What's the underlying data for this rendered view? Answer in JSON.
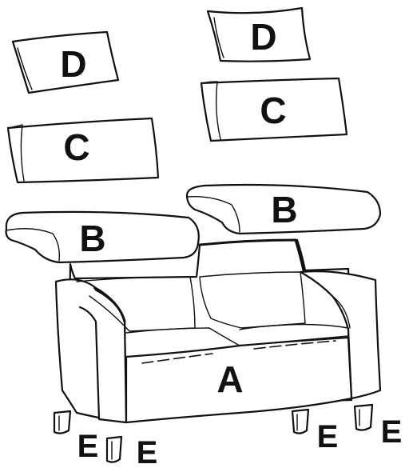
{
  "parts": {
    "sofa_frame": "A",
    "seat_cushion_left": "B",
    "seat_cushion_right": "B",
    "back_cushion_left": "C",
    "back_cushion_right": "C",
    "throw_pillow_left": "D",
    "throw_pillow_right": "D",
    "leg_1": "E",
    "leg_2": "E",
    "leg_3": "E",
    "leg_4": "E"
  }
}
